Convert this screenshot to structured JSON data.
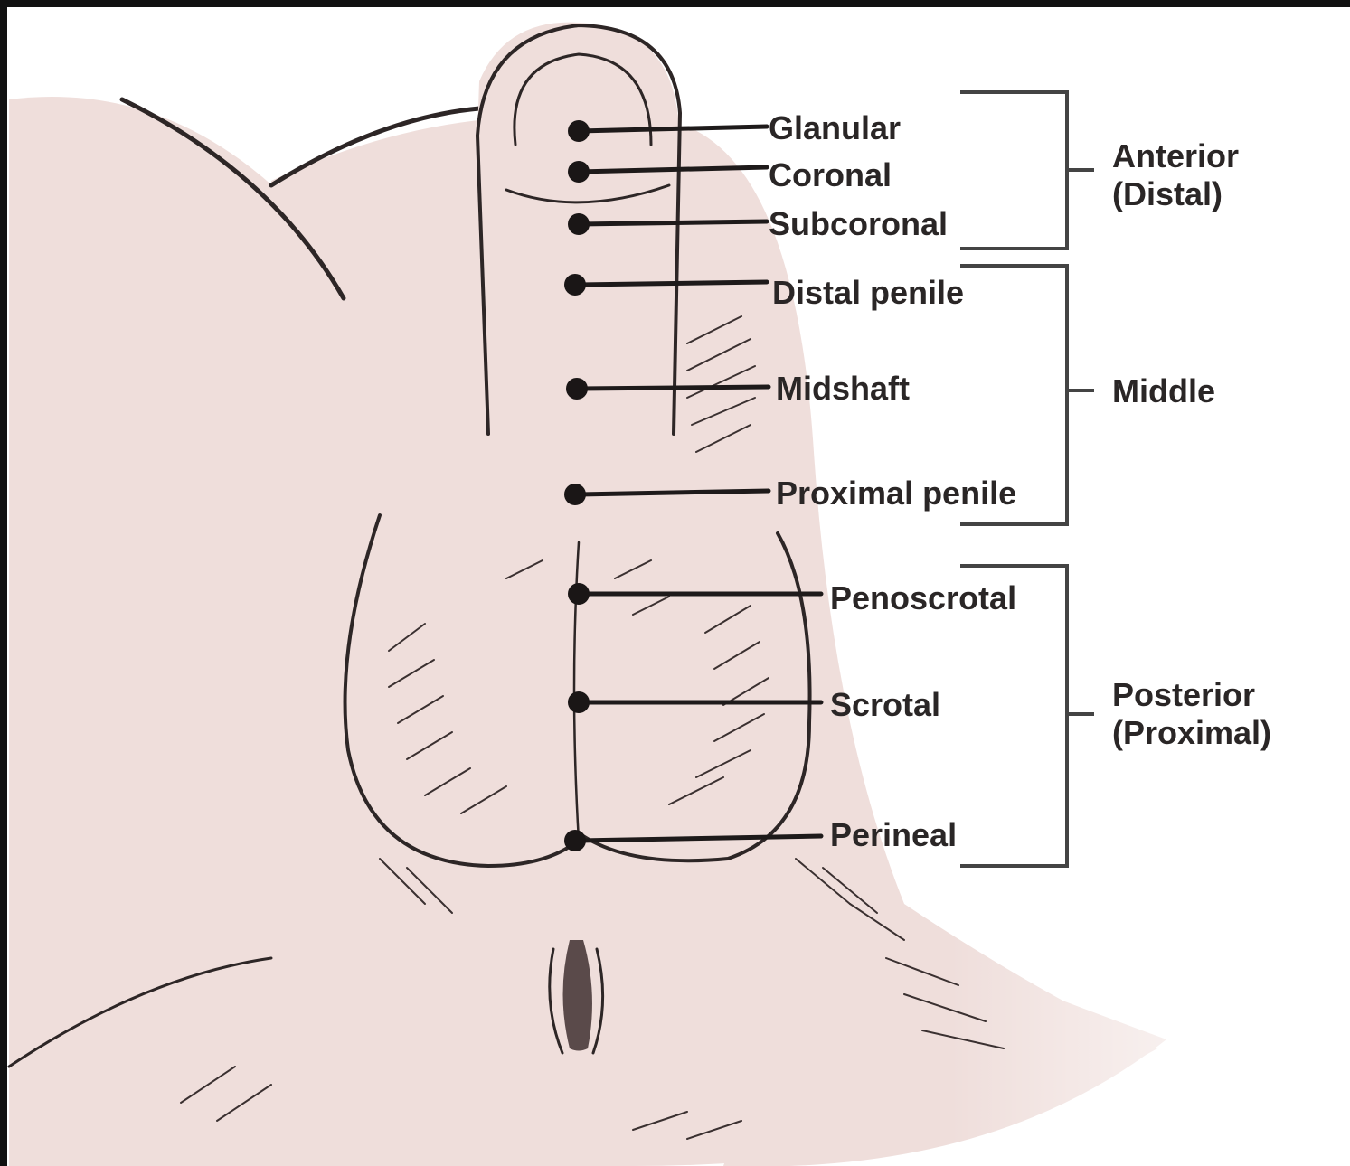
{
  "diagram": {
    "site_labels": [
      "Glanular",
      "Coronal",
      "Subcoronal",
      "Distal penile",
      "Midshaft",
      "Proximal penile",
      "Penoscrotal",
      "Scrotal",
      "Perineal"
    ],
    "groups": [
      {
        "label": "Anterior\n(Distal)"
      },
      {
        "label": "Middle"
      },
      {
        "label": "Posterior\n(Proximal)"
      }
    ]
  },
  "colors": {
    "skin": "#efdedb",
    "ink": "#2d2626",
    "frame": "#111111",
    "background": "#ffffff"
  }
}
